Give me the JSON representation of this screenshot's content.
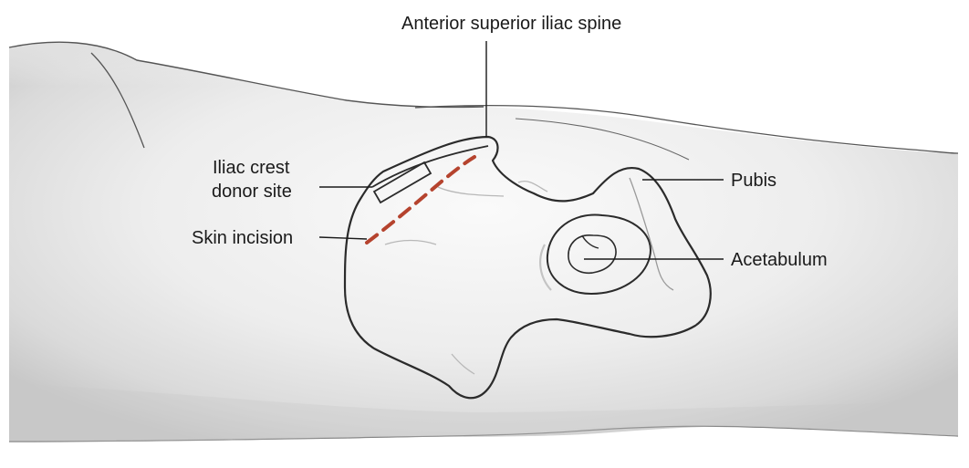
{
  "labels": {
    "asis": "Anterior superior iliac spine",
    "iliac_crest_line1": "Iliac crest",
    "iliac_crest_line2": "donor site",
    "skin_incision": "Skin incision",
    "pubis": "Pubis",
    "acetabulum": "Acetabulum"
  },
  "colors": {
    "background": "#ffffff",
    "skin_light": "#f4f4f4",
    "skin_shadow": "#d2d2d2",
    "outline": "#2b2b2b",
    "incision": "#b5432e"
  }
}
